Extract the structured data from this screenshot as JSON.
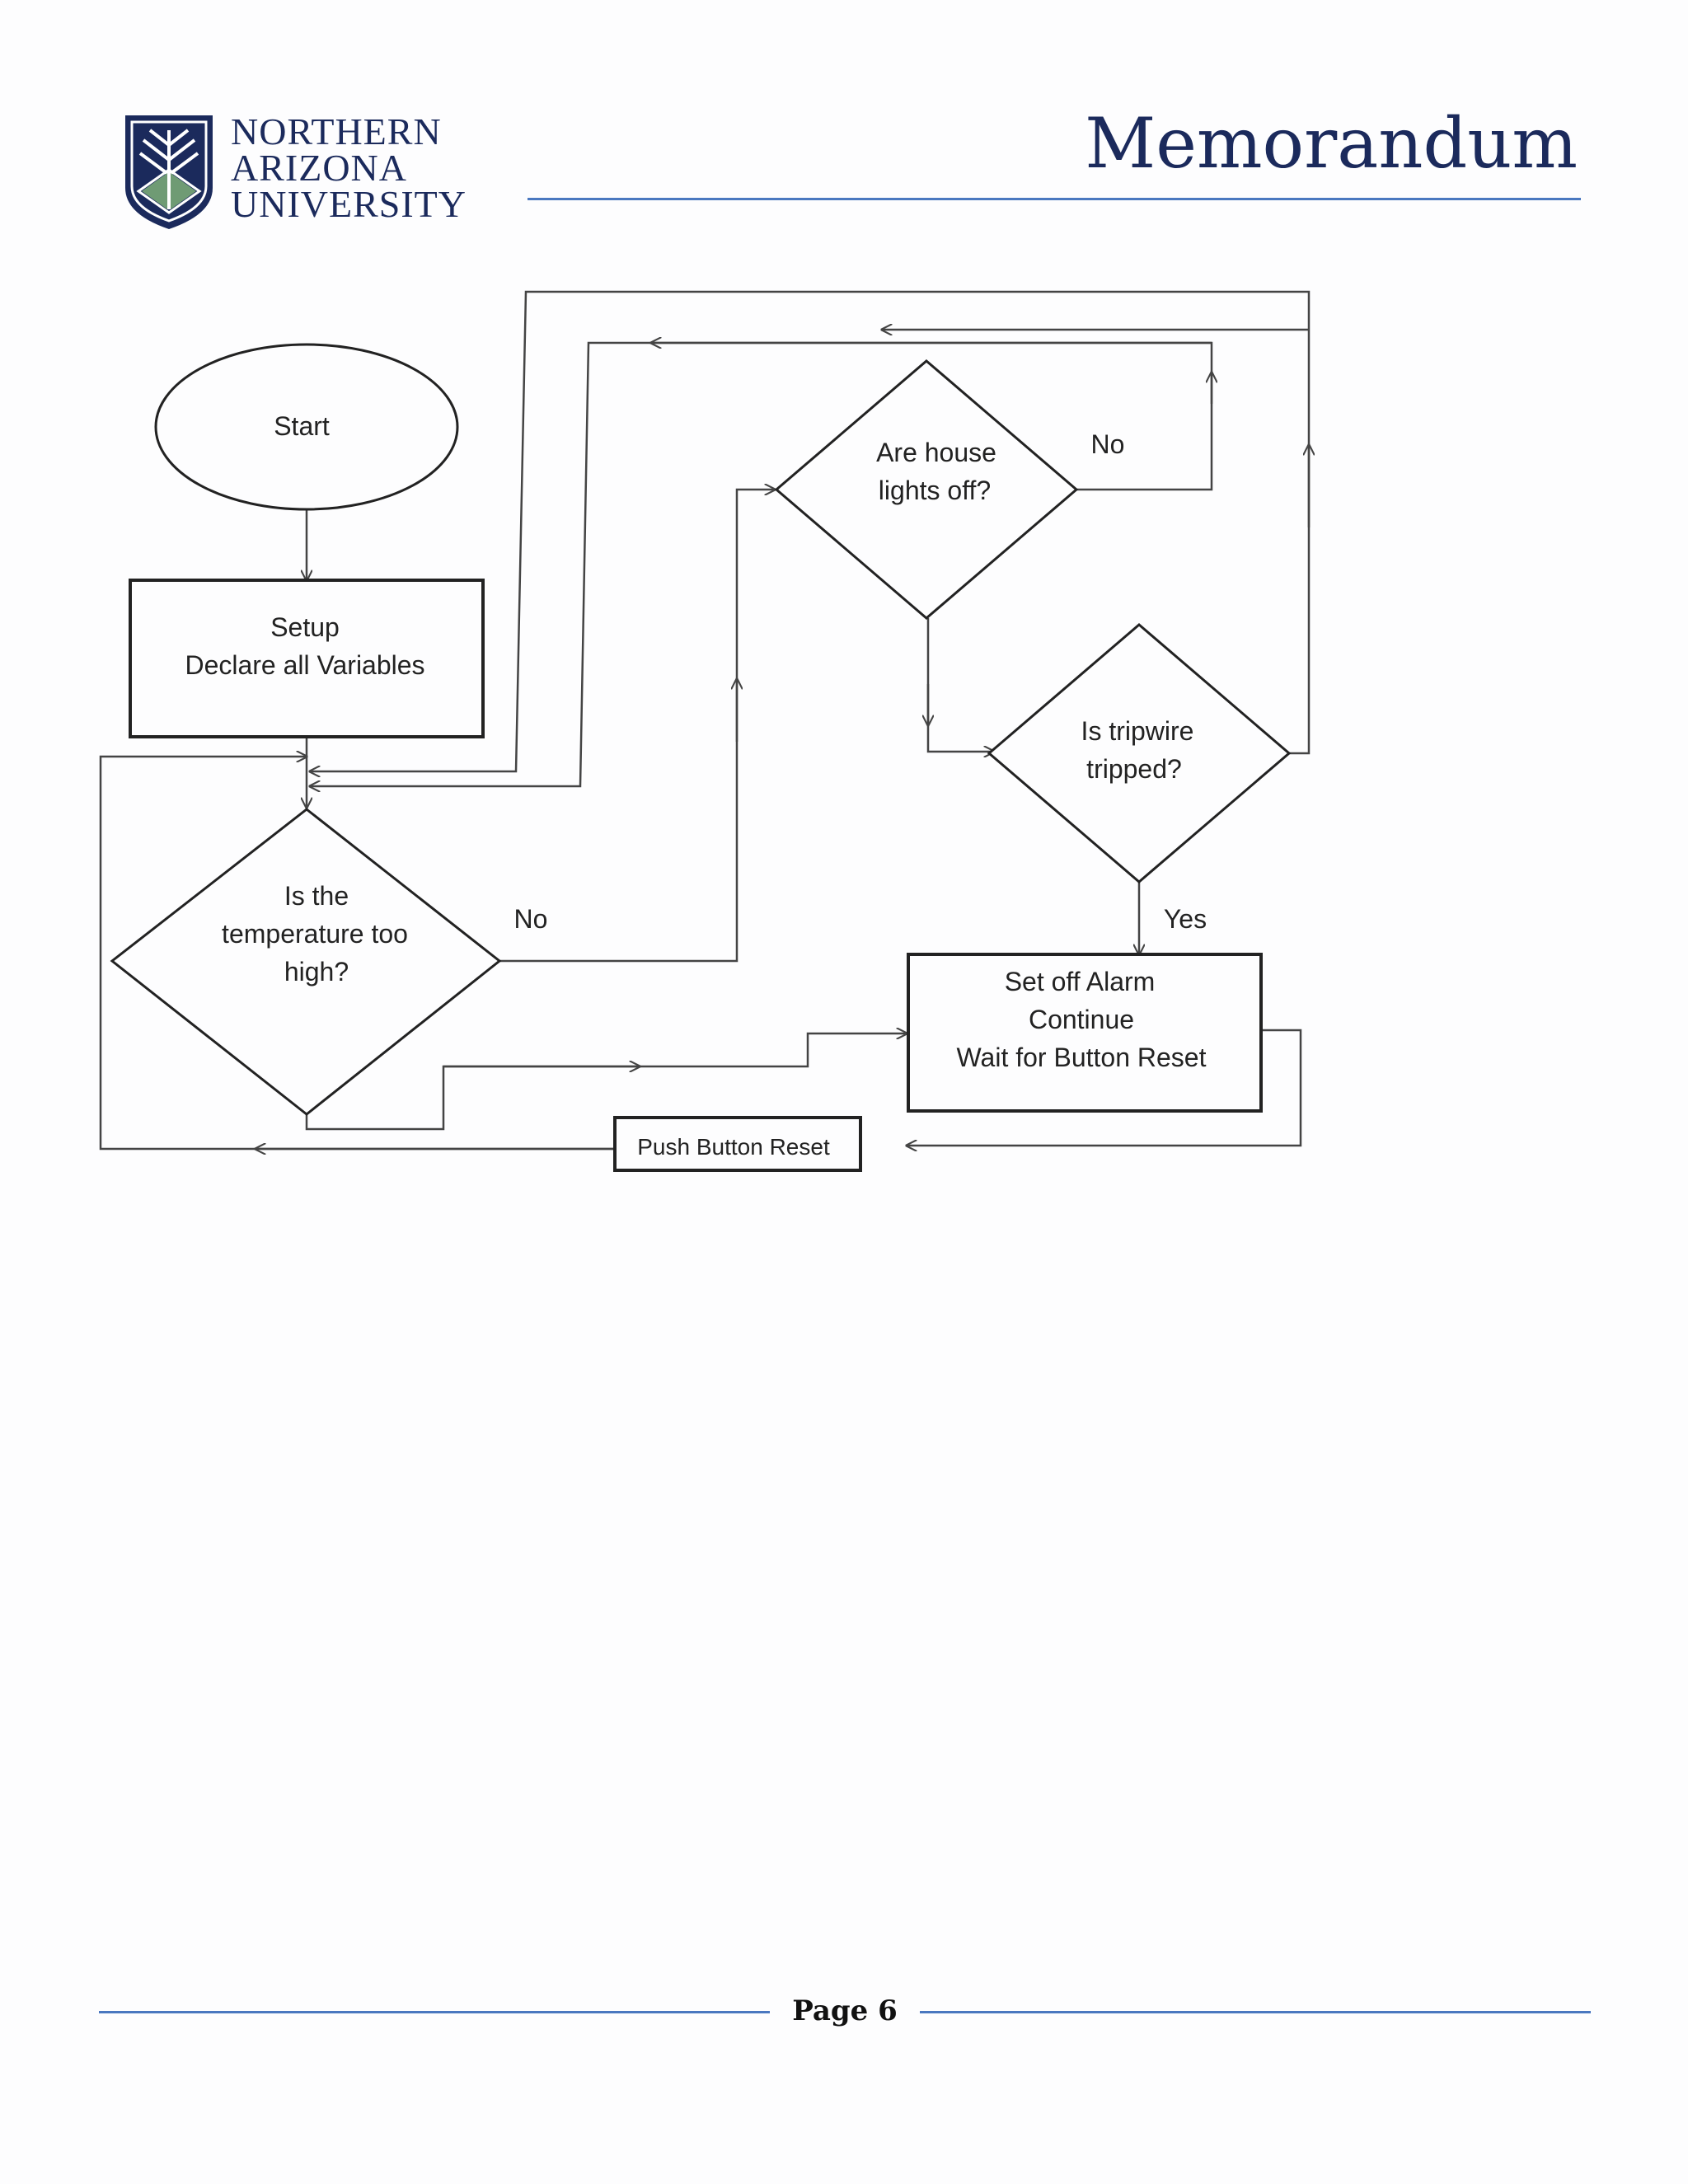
{
  "header": {
    "logo_lines": [
      "NORTHERN",
      "ARIZONA",
      "UNIVERSITY"
    ],
    "title": "Memorandum"
  },
  "flowchart": {
    "start": "Start",
    "setup": [
      "Setup",
      "Declare all Variables"
    ],
    "temp_question": [
      "Is the",
      "temperature too",
      "high?"
    ],
    "temp_no": "No",
    "lights_question": [
      "Are house",
      "lights off?"
    ],
    "lights_no": "No",
    "tripwire_question": [
      "Is tripwire",
      "tripped?"
    ],
    "tripwire_yes": "Yes",
    "alarm": [
      "Set off Alarm",
      "Continue",
      "Wait for Button Reset"
    ],
    "reset": "Push Button Reset"
  },
  "footer": {
    "page_label": "Page 6"
  },
  "colors": {
    "brand_navy": "#1b2a5c",
    "rule_blue": "#4a78c0",
    "logo_green": "#6f9b74"
  }
}
